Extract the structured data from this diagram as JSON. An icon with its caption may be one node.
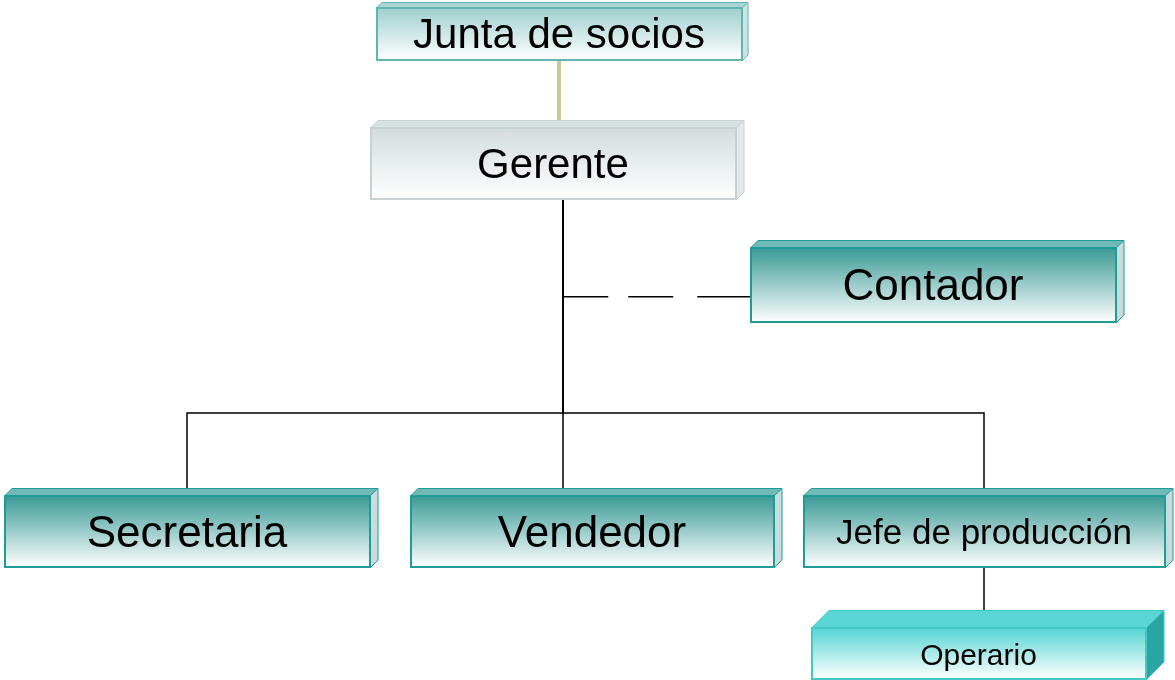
{
  "diagram": {
    "nodes": [
      {
        "text": [
          "Junta de socios"
        ]
      },
      {
        "text": [
          "Gerente"
        ]
      },
      {
        "text": [
          "Contador"
        ]
      },
      {
        "text": [
          "Secretaria"
        ]
      },
      {
        "text": [
          "Vendedor"
        ]
      },
      {
        "text": [
          "Jefe de producción"
        ]
      },
      {
        "text": [
          "Operario"
        ]
      }
    ],
    "edges": [
      {
        "from": 0,
        "to": 1,
        "arrow": "none",
        "style": "thick",
        "color": "#c8c89a"
      },
      {
        "from": 1,
        "to": 2,
        "arrow": "none",
        "style": "dashed"
      },
      {
        "from": 1,
        "to": 3,
        "arrow": "none"
      },
      {
        "from": 1,
        "to": 4,
        "arrow": "none"
      },
      {
        "from": 1,
        "to": 5,
        "arrow": "none"
      },
      {
        "from": 5,
        "to": 6,
        "arrow": "none"
      }
    ]
  }
}
